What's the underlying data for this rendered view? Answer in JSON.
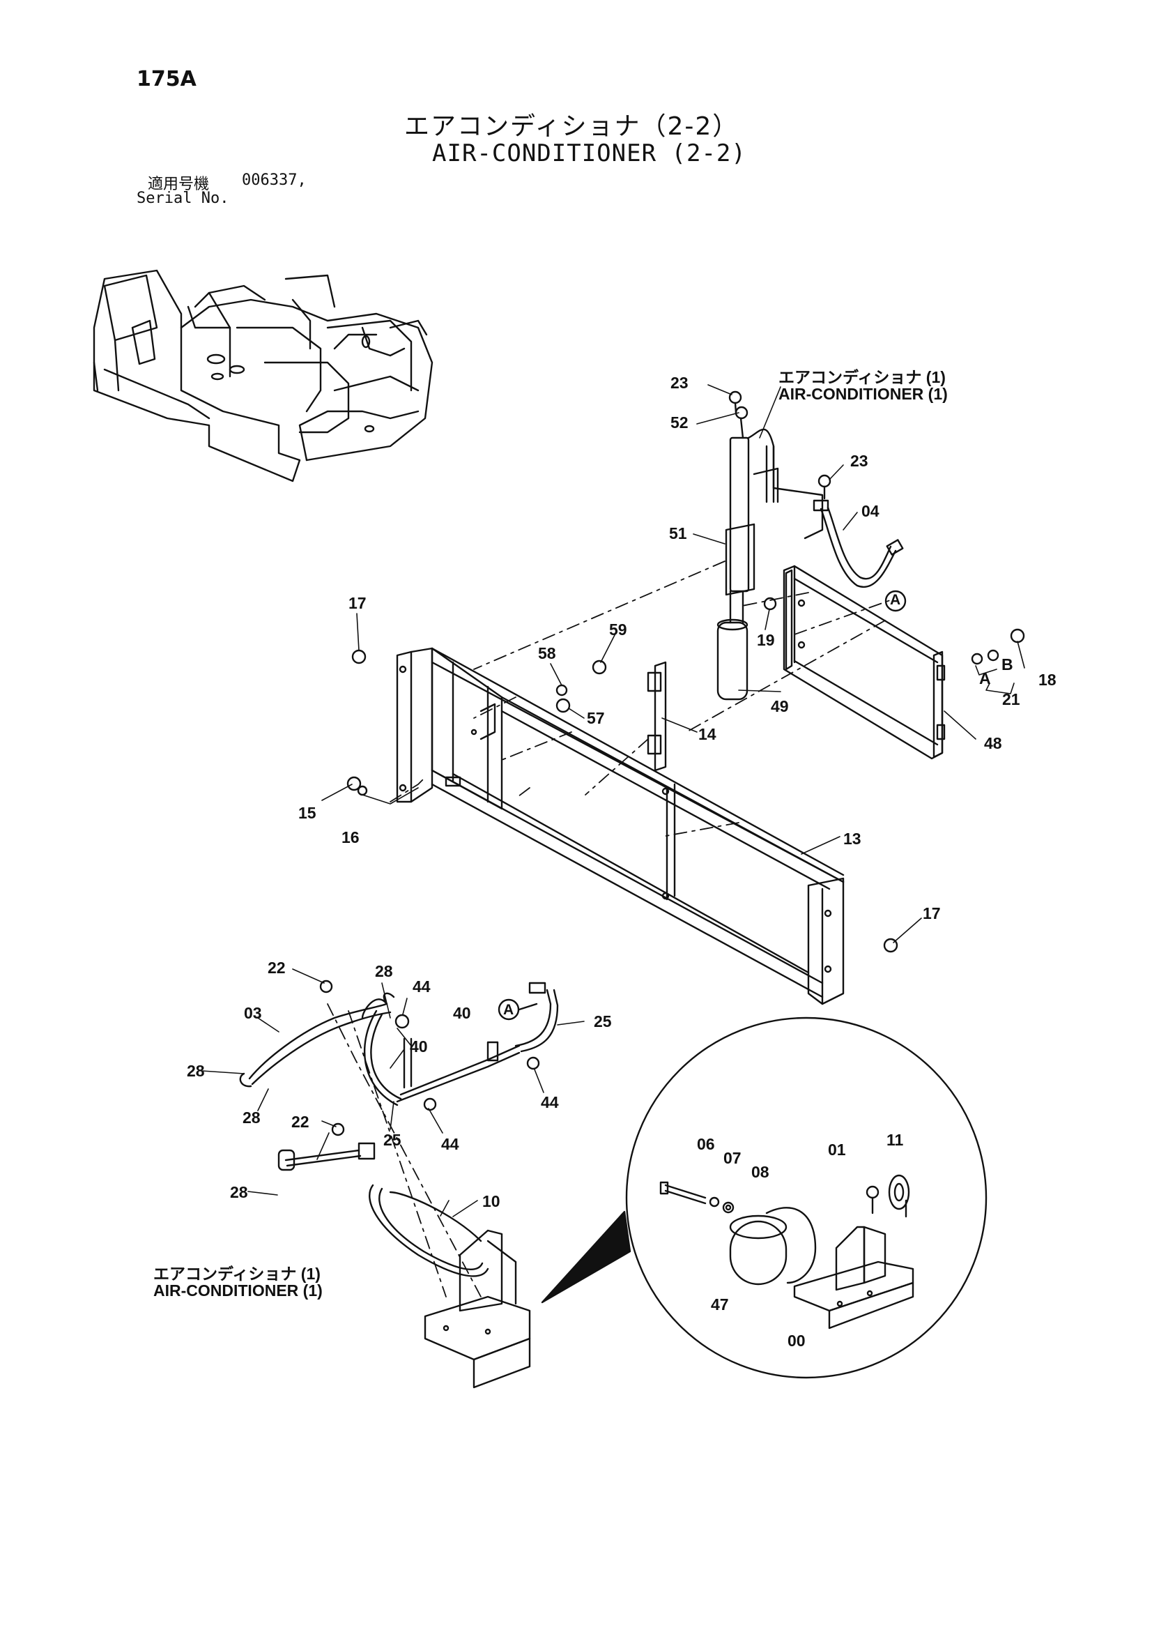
{
  "page": {
    "number": "175A"
  },
  "title": {
    "jp": "エアコンディショナ（2-2）",
    "en": "AIR-CONDITIONER (2-2)"
  },
  "serial": {
    "label_jp": "適用号機",
    "number": "006337,",
    "label_en": "Serial No."
  },
  "references": {
    "ac1_top_jp": "エアコンディショナ (1)",
    "ac1_top_en": "AIR-CONDITIONER (1)",
    "ac1_bottom_jp": "エアコンディショナ (1)",
    "ac1_bottom_en": "AIR-CONDITIONER (1)"
  },
  "callouts": {
    "p23a": "23",
    "p52": "52",
    "p23b": "23",
    "p04": "04",
    "p51": "51",
    "p17a": "17",
    "p59": "59",
    "p58": "58",
    "p57": "57",
    "p19": "19",
    "p49": "49",
    "p14": "14",
    "pA1": "A",
    "pA2": "A",
    "pB": "B",
    "p18": "18",
    "p21": "21",
    "p48": "48",
    "p15": "15",
    "p16": "16",
    "p13": "13",
    "p17b": "17",
    "p22a": "22",
    "p28a": "28",
    "p44a": "44",
    "p03": "03",
    "p40a": "40",
    "p40b": "40",
    "p25a": "25",
    "p28b": "28",
    "p28c": "28",
    "p44b": "44",
    "p25b": "25",
    "p22b": "22",
    "p44c": "44",
    "p28d": "28",
    "p10": "10",
    "pA3": "A",
    "p06": "06",
    "p07": "07",
    "p08": "08",
    "p01": "01",
    "p11": "11",
    "p47": "47",
    "p00": "00"
  }
}
